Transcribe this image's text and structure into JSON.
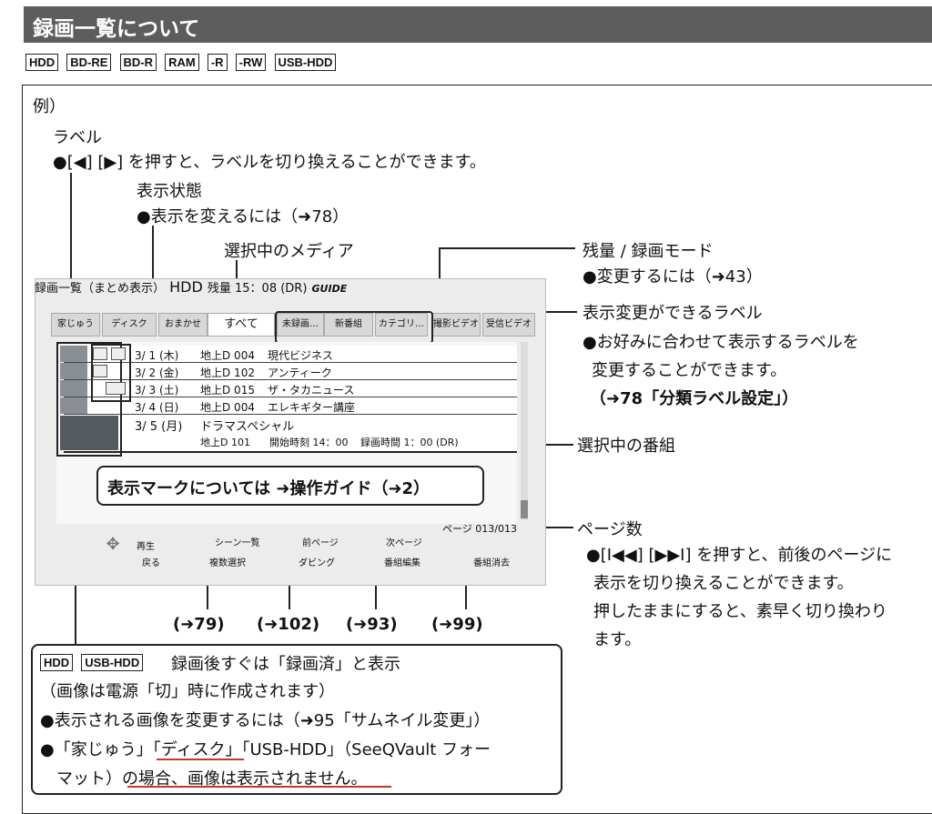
{
  "title": "録画一覧について",
  "media_badges": [
    "HDD",
    "BD-RE",
    "BD-R",
    "RAM",
    "-R",
    "-RW",
    "USB-HDD"
  ],
  "example_label": "例）",
  "annotations": {
    "label_title": "ラベル",
    "label_desc": "●[◀] [▶] を押すと、ラベルを切り換えることができます。",
    "display_state_title": "表示状態",
    "display_state_desc": "●表示を変えるには（➜78）",
    "media_title": "選択中のメディア",
    "remaining_title": "残量 / 録画モード",
    "remaining_desc": "●変更するには（➜43）",
    "changeable_title": "表示変更ができるラベル",
    "changeable_desc1": "●お好みに合わせて表示するラベルを",
    "changeable_desc2": "変更することができます。",
    "changeable_desc3": "（➜78「分類ラベル設定」）",
    "selected_program": "選択中の番組",
    "page_title": "ページ数",
    "page_desc1": "●[I◀◀] [▶▶I] を押すと、前後のページに",
    "page_desc2": "表示を切り換えることができます。",
    "page_desc3": "押したままにすると、素早く切り換わり",
    "page_desc4": "ます。",
    "mark_guide": "表示マークについては ➜操作ガイド（➜2）",
    "refs": [
      "(➜79)",
      "(➜102)",
      "(➜93)",
      "(➜99)"
    ]
  },
  "screen": {
    "header": "録画一覧（まとめ表示）",
    "media": "HDD",
    "remaining": "残量 15：08 (DR)",
    "logo": "GUIDE",
    "tabs": [
      "家じゅう",
      "ディスク",
      "おまかせ",
      "すべて",
      "未録画…",
      "新番組",
      "カテゴリ…",
      "撮影ビデオ",
      "受信ビデオ"
    ],
    "rows": [
      {
        "date": "3/ 1 (木)",
        "ch": "地上D 004",
        "name": "現代ビジネス"
      },
      {
        "date": "3/ 2 (金)",
        "ch": "地上D 102",
        "name": "アンティーク"
      },
      {
        "date": "3/ 3 (土)",
        "ch": "地上D 015",
        "name": "ザ・タカニュース"
      },
      {
        "date": "3/ 4 (日)",
        "ch": "地上D 004",
        "name": "エレキギター講座"
      }
    ],
    "selected": {
      "date": "3/ 5 (月)",
      "name": "ドラマスペシャル",
      "ch": "地上D 101",
      "start": "開始時刻 14：00",
      "duration": "録画時間 1：00 (DR)"
    },
    "page": "ページ 013/013",
    "footer": {
      "play": "再生",
      "back": "戻る",
      "scene_list": "シーン一覧",
      "prev_page": "前ページ",
      "next_page": "次ページ",
      "multi_select": "複数選択",
      "dubbing": "ダビング",
      "edit": "番組編集",
      "delete": "番組消去"
    }
  },
  "note": {
    "badges": [
      "HDD",
      "USB-HDD"
    ],
    "line1": "録画後すぐは「録画済」と表示",
    "line2": "（画像は電源「切」時に作成されます）",
    "line3": "●表示される画像を変更するには（➜95「サムネイル変更」）",
    "line4": "●「家じゅう」「ディスク」「USB-HDD」（SeeQVault フォー",
    "line5": "マット）の場合、画像は表示されません。"
  }
}
